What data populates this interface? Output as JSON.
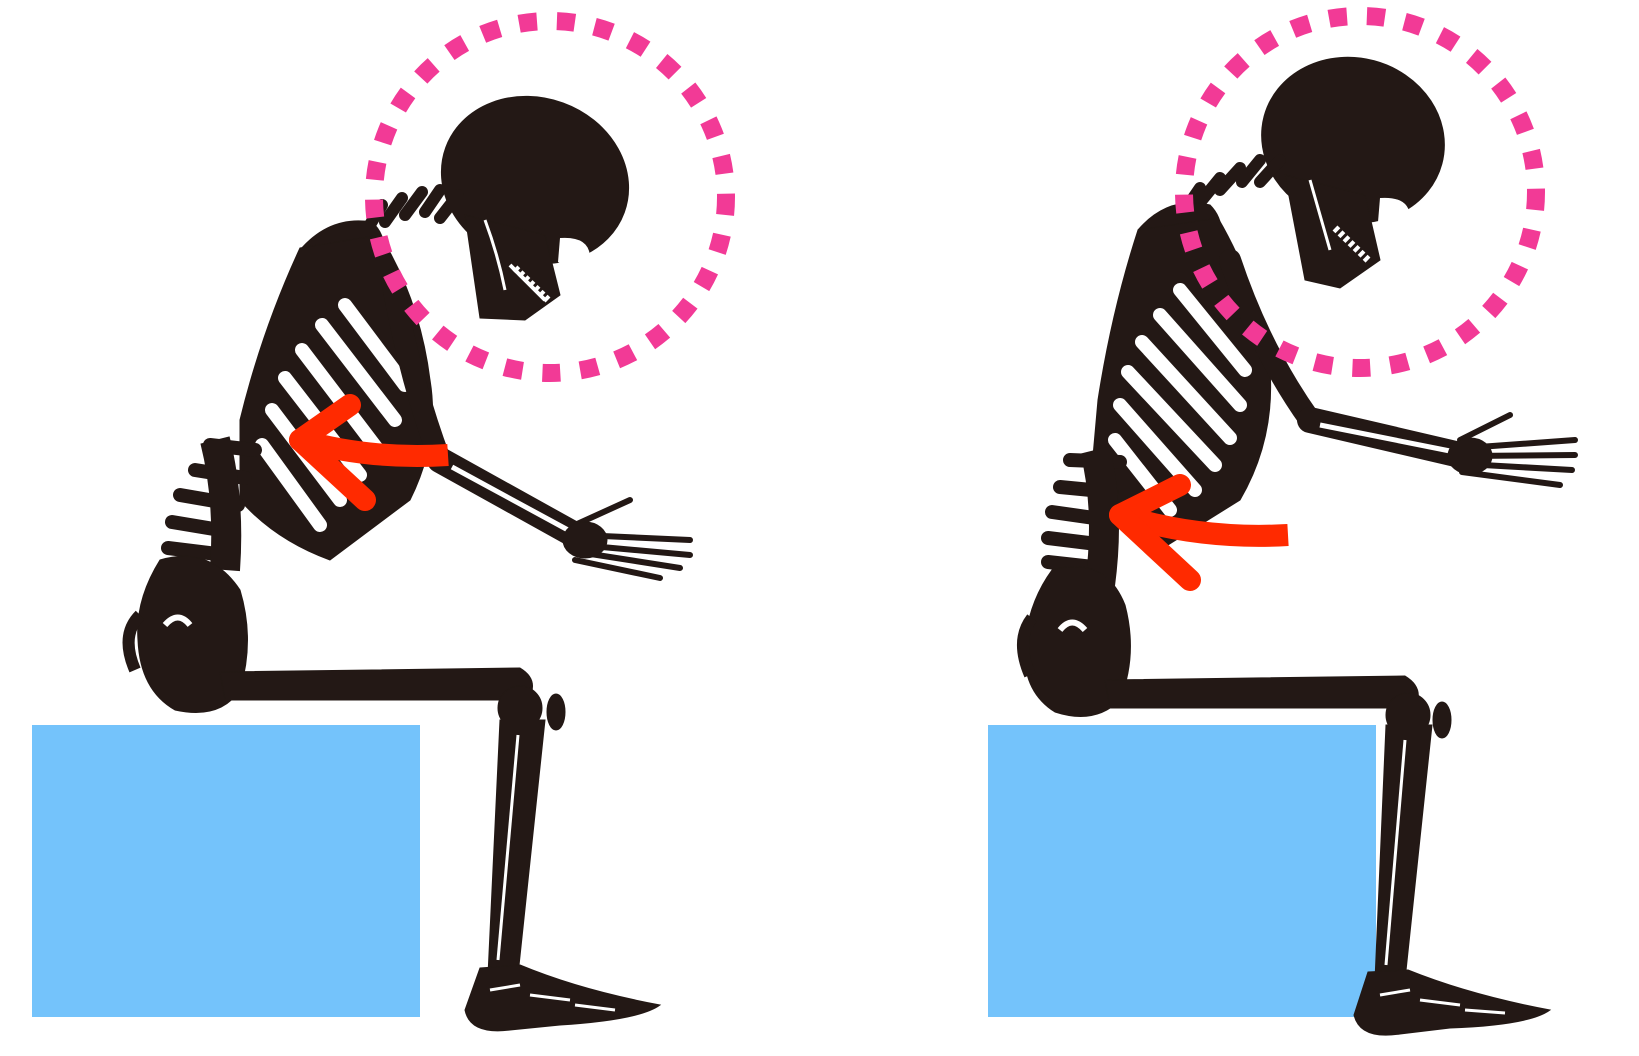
{
  "colors": {
    "background": "#ffffff",
    "skeleton": "#231815",
    "bone_detail": "#ffffff",
    "stool": "#74c3fb",
    "focus_circle": "#f23a96",
    "arrow": "#ff2a00"
  },
  "figures": [
    {
      "id": "left",
      "posture": "slouched-forward-rounded-back",
      "icons": [
        "skeleton-icon",
        "stool",
        "dotted-focus-circle-icon",
        "curved-arrow-icon"
      ]
    },
    {
      "id": "right",
      "posture": "forward-head-lower-back-curve",
      "icons": [
        "skeleton-icon",
        "stool",
        "dotted-focus-circle-icon",
        "curved-arrow-icon"
      ]
    }
  ]
}
